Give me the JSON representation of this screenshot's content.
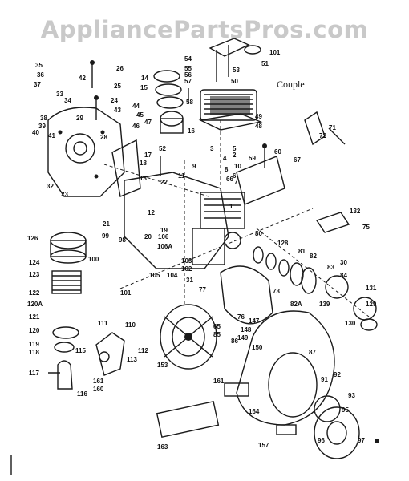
{
  "watermark": "AppliancePartsPros.com",
  "caption": "Couple",
  "part_labels": [
    "35",
    "36",
    "37",
    "34",
    "33",
    "38",
    "39",
    "40",
    "41",
    "42",
    "25",
    "26",
    "29",
    "28",
    "23",
    "32",
    "24",
    "43",
    "44",
    "45",
    "46",
    "14",
    "15",
    "47",
    "16",
    "52",
    "48",
    "49",
    "51",
    "50",
    "53",
    "54",
    "55",
    "56",
    "57",
    "58",
    "101",
    "17",
    "18",
    "19",
    "13",
    "12",
    "11",
    "22",
    "1",
    "2",
    "3",
    "4",
    "5",
    "6",
    "7",
    "8",
    "9",
    "10",
    "59",
    "60",
    "66",
    "67",
    "71",
    "72",
    "75",
    "132",
    "21",
    "20",
    "106",
    "106A",
    "105",
    "104",
    "103",
    "102",
    "31",
    "99",
    "98",
    "100",
    "101",
    "126",
    "124",
    "123",
    "122",
    "121",
    "120A",
    "120",
    "119",
    "118",
    "117",
    "116",
    "111",
    "110",
    "112",
    "113",
    "115",
    "161",
    "160",
    "73",
    "76",
    "77",
    "65",
    "80",
    "81",
    "82",
    "128",
    "83",
    "84",
    "30",
    "131",
    "139",
    "129",
    "130",
    "82A",
    "147",
    "148",
    "149",
    "150",
    "86",
    "85",
    "87",
    "91",
    "92",
    "93",
    "95",
    "96",
    "97",
    "161",
    "153",
    "157",
    "163",
    "164"
  ],
  "colors": {
    "ink": "#1a1a1a",
    "watermark": "#c9c9c9",
    "background": "#ffffff"
  }
}
